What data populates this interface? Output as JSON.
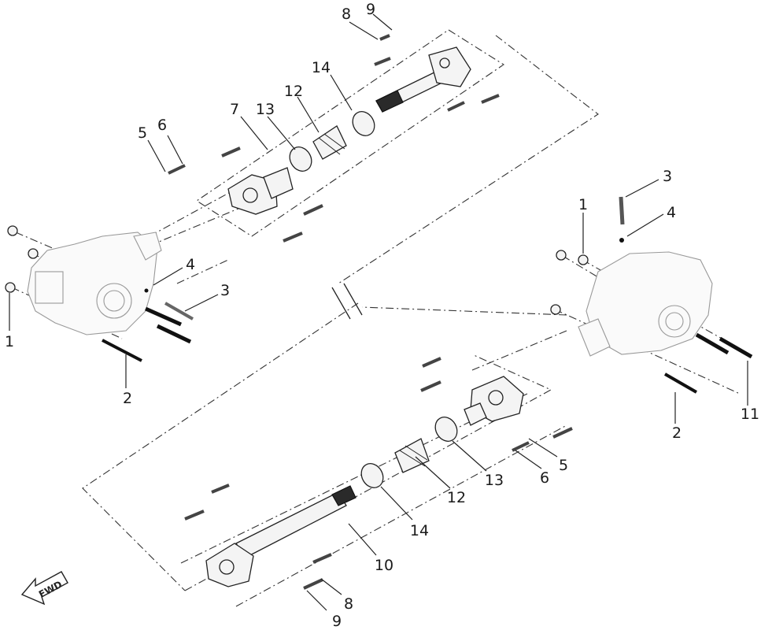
{
  "diagram": {
    "orientation_label": "FWD",
    "callouts": {
      "c1_left": "1",
      "c1_right": "1",
      "c2_left": "2",
      "c2_right": "2",
      "c3_left": "3",
      "c3_right": "3",
      "c4_left": "4",
      "c4_right": "4",
      "c5_top": "5",
      "c5_bottom": "5",
      "c6_top": "6",
      "c6_bottom": "6",
      "c7": "7",
      "c8_top": "8",
      "c8_bottom": "8",
      "c9_top": "9",
      "c9_bottom": "9",
      "c10": "10",
      "c11": "11",
      "c12_top": "12",
      "c12_bottom": "12",
      "c13_top": "13",
      "c13_bottom": "13",
      "c14_top": "14",
      "c14_bottom": "14"
    }
  }
}
